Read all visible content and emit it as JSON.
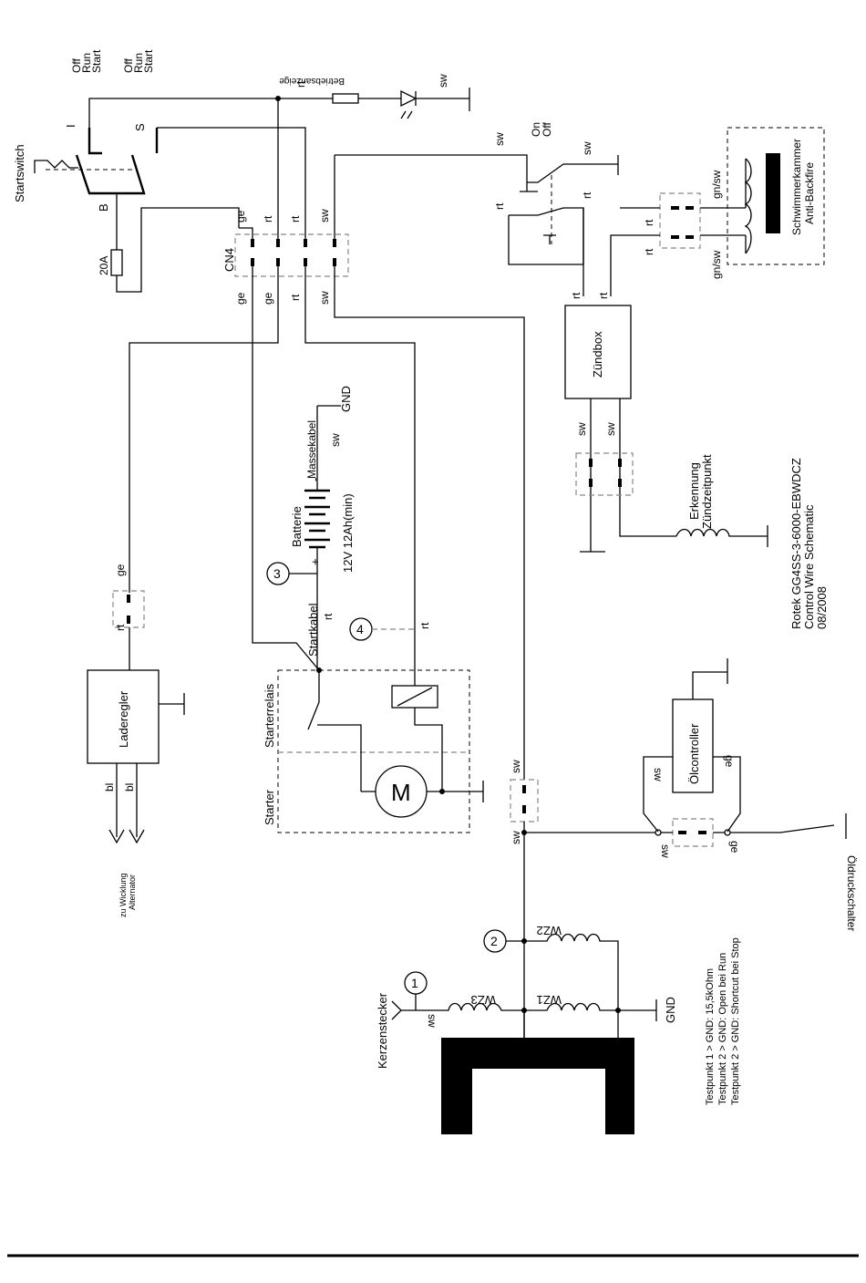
{
  "labels": {
    "switch_states_a": [
      "Off",
      "Run",
      "Start"
    ],
    "switch_states_b": [
      "Off",
      "Run",
      "Start"
    ],
    "startswitch": "Startswitch",
    "term_i": "I",
    "term_s": "S",
    "term_b": "B",
    "fuse": "20A",
    "betriebsanzeige": "Betriebsanzeige",
    "rt": "rt",
    "sw": "sw",
    "ge": "ge",
    "bl": "bl",
    "gnsw": "gn/sw",
    "cn4": "CN4",
    "onoff": [
      "On",
      "Off"
    ],
    "schwimmer": [
      "Schwimmerkammer",
      "Anti-Backfire"
    ],
    "zuendbox": "Zündbox",
    "erkennung": [
      "Erkennung",
      "Zündzeitpunkt"
    ],
    "gnd": "GND",
    "massekabel": "Massekabel",
    "batterie": "Batterie",
    "batt_spec": "12V 12Ah(min)",
    "plus": "+",
    "minus": "-",
    "startkabel": "Startkabel",
    "starterrelais": "Starterrelais",
    "starter": "Starter",
    "motor": "M",
    "laderegler": "Laderegler",
    "zu_wicklung": [
      "zu Wicklung",
      "Alternator"
    ],
    "oelcontroller": "Ölcontroller",
    "oeldruckschalter": "Öldruckschalter",
    "kerzenstecker": "Kerzenstecker",
    "wz1": "WZ1",
    "wz2": "WZ2",
    "wz3": "WZ3",
    "tp1": "1",
    "tp2": "2",
    "tp3": "3",
    "tp4": "4",
    "title": [
      "Rotek GG4SS-3-6000-EBWDCZ",
      "Control Wire Schematic",
      "08/2008"
    ],
    "testpoints": [
      "Testpunkt 1 > GND: 15,5kOhm",
      "Testpunkt 2 > GND: Open bei Run",
      "Testpunkt 2 > GND: Shortcut bei Stop"
    ]
  }
}
